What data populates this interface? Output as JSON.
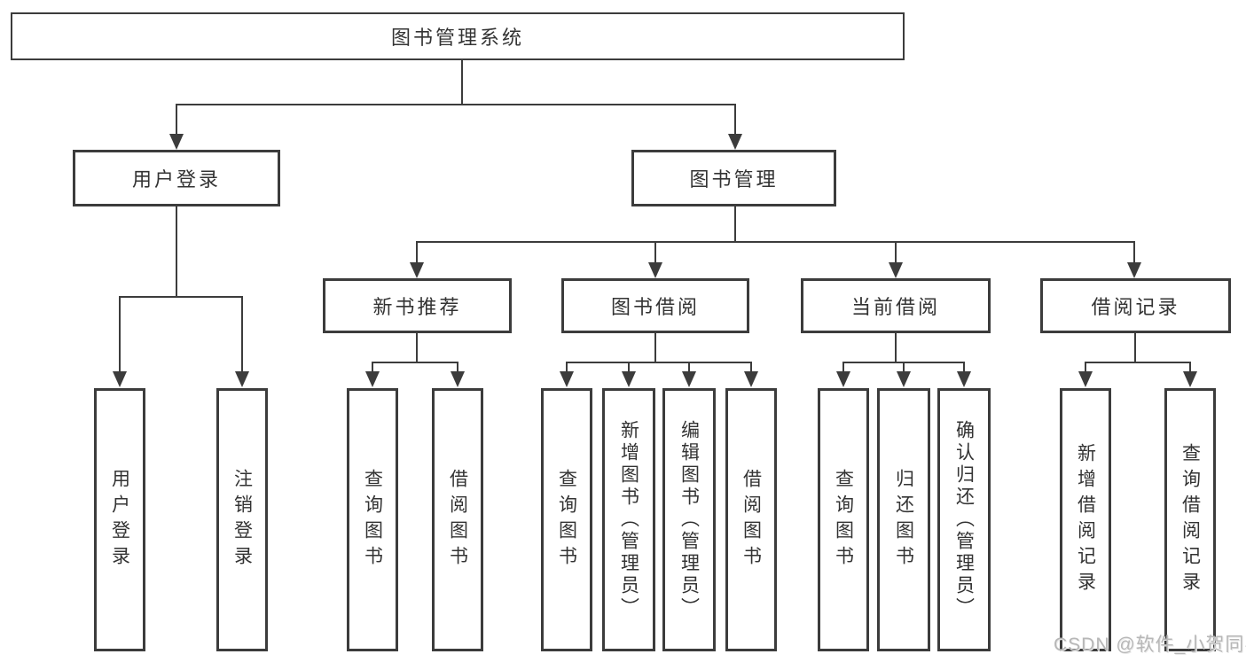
{
  "diagram": {
    "title": "图书管理系统",
    "level2": {
      "user_login": "用户登录",
      "book_management": "图书管理"
    },
    "level3": {
      "new_book_recommend": "新书推荐",
      "book_borrow": "图书借阅",
      "current_borrow": "当前借阅",
      "borrow_record": "借阅记录"
    },
    "leaves": {
      "user_login": "用户登录",
      "logout": "注销登录",
      "nb_query_book": "查询图书",
      "nb_borrow_book": "借阅图书",
      "bb_query_book": "查询图书",
      "bb_add_book": "新增图书（管理员）",
      "bb_edit_book": "编辑图书（管理员）",
      "bb_borrow_book": "借阅图书",
      "cb_query_book": "查询图书",
      "cb_return_book": "归还图书",
      "cb_confirm_return": "确认归还（管理员）",
      "br_add_record": "新增借阅记录",
      "br_query_record": "查询借阅记录"
    }
  },
  "watermark": "CSDN @软件_小贺同学",
  "colors": {
    "line": "#3c3c3c",
    "text": "#333333",
    "watermark": "#b7b7b7",
    "background": "#ffffff"
  }
}
